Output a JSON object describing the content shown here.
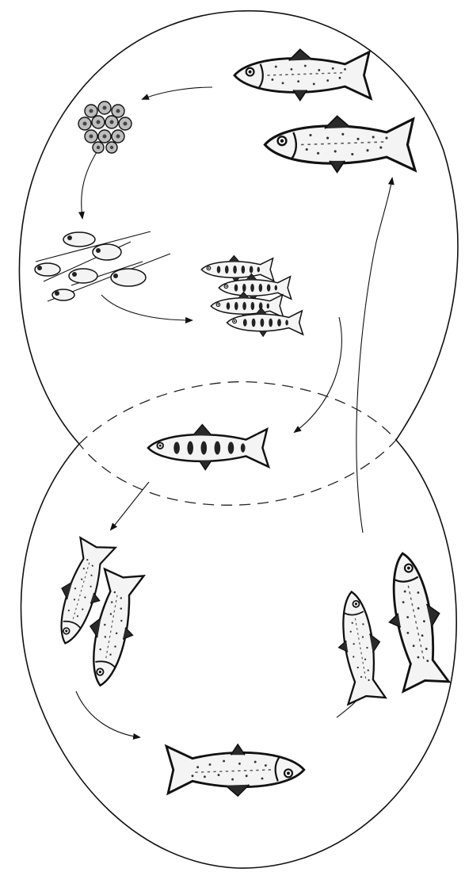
{
  "diagram": {
    "type": "life-cycle",
    "colors": {
      "ink": "#111111",
      "background": "#ffffff"
    },
    "stages": [
      {
        "id": "spawning-adults",
        "icon": "adult-salmon-pair-icon"
      },
      {
        "id": "eggs",
        "icon": "egg-cluster-icon"
      },
      {
        "id": "alevins",
        "icon": "alevin-icon"
      },
      {
        "id": "fry",
        "icon": "fry-school-icon"
      },
      {
        "id": "parr",
        "icon": "parr-icon"
      },
      {
        "id": "smolts",
        "icon": "smolt-pair-icon"
      },
      {
        "id": "post-smolt",
        "icon": "ocean-salmon-icon"
      },
      {
        "id": "returning-adults",
        "icon": "returning-salmon-pair-icon"
      }
    ],
    "regions": [
      {
        "id": "freshwater-loop",
        "line": "solid"
      },
      {
        "id": "marine-loop",
        "line": "solid"
      },
      {
        "id": "transition-zone",
        "line": "dashed"
      }
    ]
  }
}
